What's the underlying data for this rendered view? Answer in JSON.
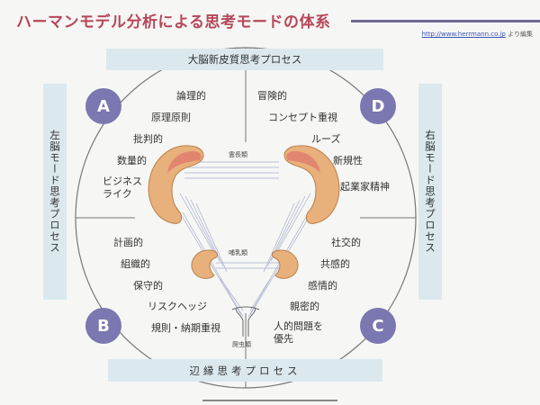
{
  "title": "ハーマンモデル分析による思考モードの体系",
  "source": {
    "url": "http://www.herrmann.co.jp",
    "suffix": "より編集"
  },
  "banners": {
    "top": "大脳新皮質思考プロセス",
    "bottom": "辺縁思考プロセス",
    "left": "左脳モード思考プロセス",
    "right": "右脳モード思考プロセス"
  },
  "quadrants": {
    "A": {
      "label": "A",
      "traits": [
        "論理的",
        "原理原則",
        "批判的",
        "数量的",
        "ビジネス\nライク"
      ]
    },
    "B": {
      "label": "B",
      "traits": [
        "計画的",
        "組織的",
        "保守的",
        "リスクヘッジ",
        "規則・納期重視"
      ]
    },
    "C": {
      "label": "C",
      "traits": [
        "社交的",
        "共感的",
        "感情的",
        "親密的",
        "人的問題を\n優先"
      ]
    },
    "D": {
      "label": "D",
      "traits": [
        "冒険的",
        "コンセプト重視",
        "ルーズ",
        "新規性",
        "起業家精神"
      ]
    }
  },
  "brain_labels": {
    "primate": "霊長類",
    "mammal": "哺乳類",
    "reptile": "爬虫類"
  },
  "colors": {
    "title": "#b5475a",
    "quadrant_badge": "#7b77b0",
    "banner": "#dbe9ee",
    "brain": "#e8b07a"
  }
}
